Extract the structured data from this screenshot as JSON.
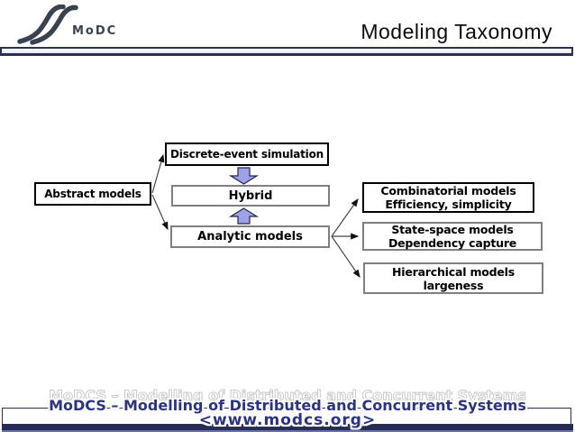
{
  "slide": {
    "logo_text": "MoDCS",
    "title": "Modeling Taxonomy"
  },
  "diagram": {
    "nodes": [
      {
        "id": "discrete-event",
        "label": "Discrete-event simulation"
      },
      {
        "id": "abstract",
        "label": "Abstract models"
      },
      {
        "id": "hybrid",
        "label": "Hybrid"
      },
      {
        "id": "analytic",
        "label": "Analytic models"
      },
      {
        "id": "combinatorial",
        "label": "Combinatorial models",
        "sublabel": "Efficiency, simplicity"
      },
      {
        "id": "state-space",
        "label": "State-space models",
        "sublabel": "Dependency capture"
      },
      {
        "id": "hierarchical",
        "label": "Hierarchical models",
        "sublabel": "largeness"
      }
    ],
    "edges": [
      {
        "from": "abstract",
        "to": "discrete-event",
        "style": "thin-arrow"
      },
      {
        "from": "abstract",
        "to": "analytic",
        "style": "thin-arrow"
      },
      {
        "from": "discrete-event",
        "to": "hybrid",
        "style": "block-arrow-down"
      },
      {
        "from": "analytic",
        "to": "hybrid",
        "style": "block-arrow-up"
      },
      {
        "from": "analytic",
        "to": "combinatorial",
        "style": "thin-arrow"
      },
      {
        "from": "analytic",
        "to": "state-space",
        "style": "thin-arrow"
      },
      {
        "from": "analytic",
        "to": "hierarchical",
        "style": "thin-arrow"
      }
    ]
  },
  "footer": {
    "line1": "MoDCS – Modelling of Distributed and Concurrent Systems",
    "line2": "<www.modcs.org>"
  },
  "icons": {
    "logo": "double-wave",
    "flow_down": "block-arrow-down",
    "flow_up": "block-arrow-up"
  },
  "colors": {
    "navy": "#272d52",
    "logo_slate": "#39424f",
    "footer_text_blue": "#2b3480",
    "block_arrow_fill": "#9ea1e8",
    "box_border_gray": "#7f7f7f",
    "box_border_black": "#000000"
  }
}
